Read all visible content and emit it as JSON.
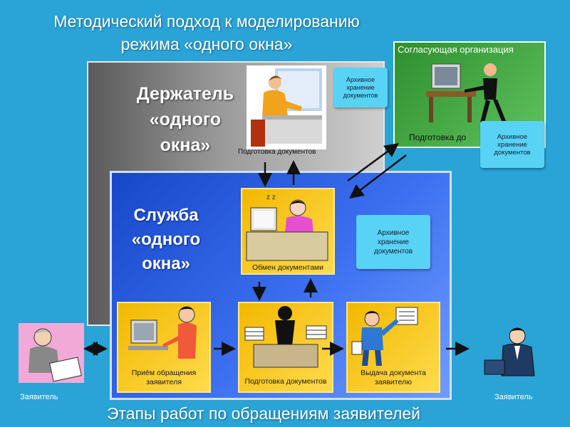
{
  "title": {
    "line1": "Методический подход к моделированию",
    "line2": "режима «одного окна»"
  },
  "holder": {
    "line1": "Держатель",
    "line2": "«одного",
    "line3": "окна»",
    "prep_label": "Подготовка документов"
  },
  "service": {
    "line1": "Служба",
    "line2": "«одного",
    "line3": "окна»"
  },
  "agreeing": {
    "title": "Согласующая организация",
    "prep_label": "Подготовка до"
  },
  "archive": {
    "line1": "Архивное",
    "line2": "хранение",
    "line3": "документов"
  },
  "cards": {
    "exchange": "Обмен документами",
    "reception_l1": "Приём обращения",
    "reception_l2": "заявителя",
    "prep": "Подготовка документов",
    "issue_l1": "Выдача документа",
    "issue_l2": "заявителю"
  },
  "applicant_left": "Заявитель",
  "applicant_right": "Заявитель",
  "caption": "Этапы работ по обращениям заявителей",
  "icons": [
    "person-at-desk-icon",
    "sleeping-clerk-icon",
    "person-at-computer-icon",
    "busy-clerk-icon",
    "presenter-icon",
    "elderly-applicant-icon",
    "businessman-icon",
    "double-arrow-icon",
    "arrow-right-icon",
    "arrow-up-icon",
    "arrow-down-icon"
  ],
  "colors": {
    "background": "#2aa3d6",
    "service": "#2f60e6",
    "card": "#f5c11a",
    "archive": "#58d2f5",
    "green": "#46ad46"
  }
}
